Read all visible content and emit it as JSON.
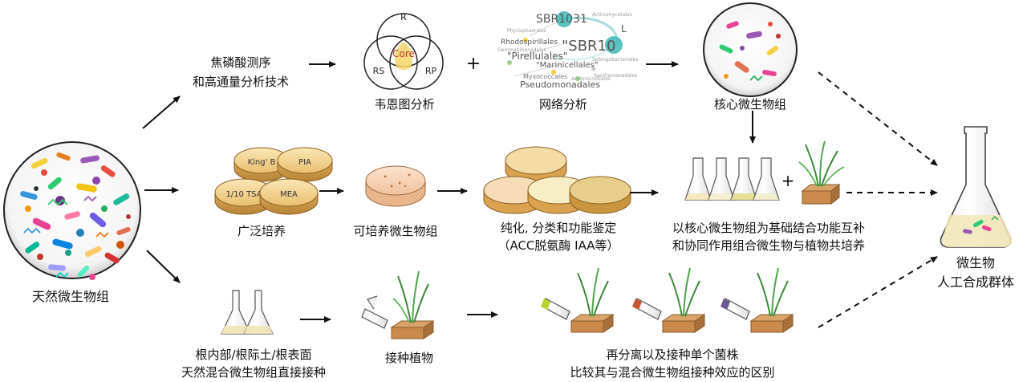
{
  "natural": {
    "label": "天然微生物组"
  },
  "sequencing": {
    "line1": "焦磷酸测序",
    "line2": "和高通量分析技术"
  },
  "venn": {
    "label": "韦恩图分析",
    "set_r": "R",
    "set_rs": "RS",
    "set_rp": "RP",
    "core": "Core"
  },
  "plus1": "+",
  "network": {
    "label": "网络分析",
    "nodes": [
      "SBR1031",
      "\"SBR10",
      "\"Pirellulales\"",
      "\"Marinicellales\"",
      "Pseudomonadales",
      "Rhodospirillales",
      "Myxococcales",
      "L"
    ],
    "tiny": [
      "Actinomycetales",
      "Phycisphaerales",
      "Acidimicrobiales",
      "Sphingobacteriales",
      "Xanthomonadales",
      "Gemmatimonadales"
    ]
  },
  "core_microbiome": {
    "label": "核心微生物组"
  },
  "broad_culture": {
    "label": "广泛培养",
    "plates": [
      "King' B",
      "PIA",
      "1/10 TSA",
      "MEA"
    ]
  },
  "culturable": {
    "label": "可培养微生物组"
  },
  "purification": {
    "line1": "纯化, 分类和功能鉴定",
    "line2": "（ACC脱氨酶 IAA等）"
  },
  "plus2": "+",
  "coculture": {
    "line1": "以核心微生物组为基础结合功能互补",
    "line2": "和协同作用组合微生物与植物共培养"
  },
  "synthetic": {
    "line1": "微生物",
    "line2": "人工合成群体"
  },
  "direct": {
    "line1": "根内部/根际土/根表面",
    "line2": "天然混合微生物组直接接种"
  },
  "inoculate": {
    "label": "接种植物"
  },
  "reisolate": {
    "line1": "再分离以及接种单个菌株",
    "line2": "比较其与混合微生物组接种效应的区别"
  },
  "colors": {
    "accent_teal": "#3fb7b4",
    "plate": "#f0cf8a",
    "soil": "#c98a4b",
    "grass": "#3d8a3a",
    "core_text": "#c0392b"
  }
}
